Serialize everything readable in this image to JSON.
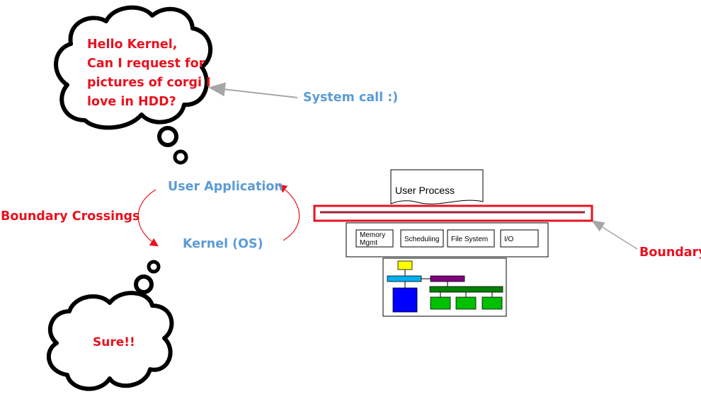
{
  "thought_cloud_top": {
    "lines": [
      "Hello Kernel,",
      "Can I request for",
      "pictures of corgi I",
      "love in HDD?"
    ]
  },
  "thought_cloud_bottom": {
    "text": "Sure!!"
  },
  "labels": {
    "system_call": "System call :)",
    "user_application": "User Application",
    "kernel": "Kernel (OS)",
    "boundary_crossings": "Boundary Crossings",
    "boundary": "Boundary"
  },
  "os_diagram": {
    "user_process": "User Process",
    "modules": [
      "Memory Mgmt",
      "Scheduling",
      "File System",
      "I/O"
    ]
  },
  "colors": {
    "blue_label": "#5b9bd5",
    "red_label": "#e8121f",
    "boundary_box": "#e8121f",
    "boundary_line": "#a0203a",
    "arrow_gray": "#a6a6a6",
    "hw_yellow": "#ffff00",
    "hw_cyan": "#00b0f0",
    "hw_purple": "#800080",
    "hw_blue": "#0000ff",
    "hw_darkgreen": "#008000",
    "hw_green": "#00c000"
  }
}
